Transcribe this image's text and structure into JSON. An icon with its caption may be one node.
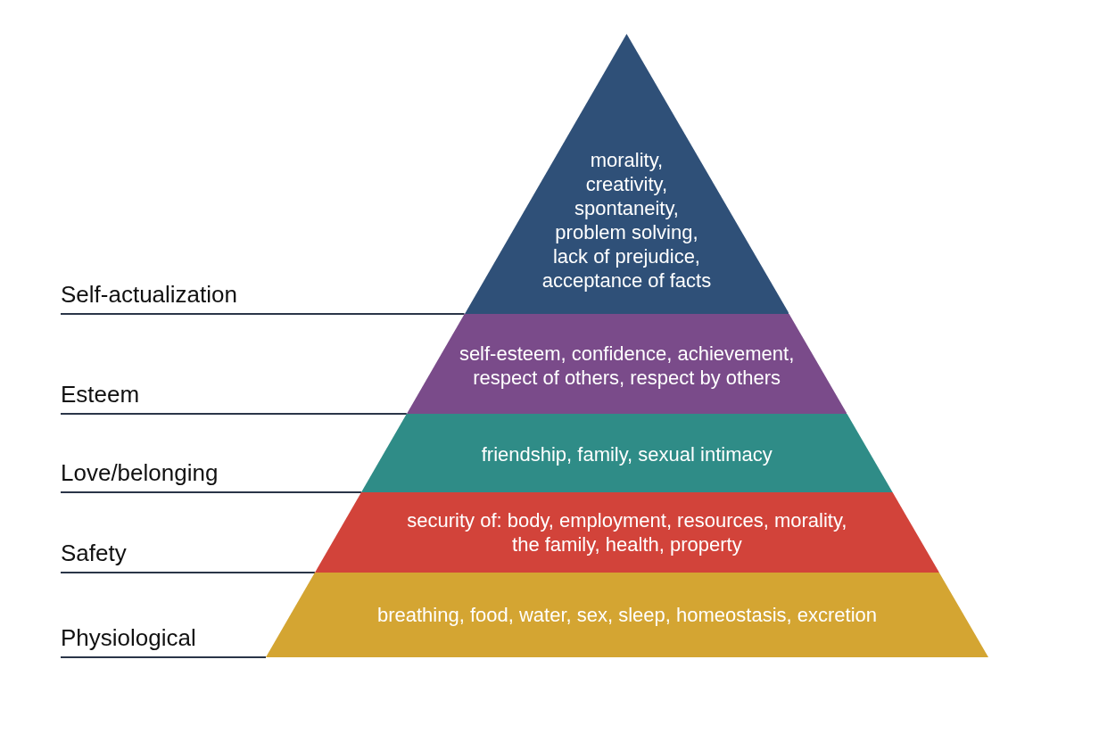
{
  "diagram": {
    "nodes": [
      {
        "text": [
          "morality, creativity, spontaneity, problem solving, lack of prejudice, acceptance of facts"
        ]
      },
      {
        "text": [
          "self-esteem, confidence, achievement, respect of others, respect by others"
        ]
      },
      {
        "text": [
          "friendship, family, sexual intimacy"
        ]
      },
      {
        "text": [
          "security of: body, employment, resources, morality, the family, health, property"
        ]
      },
      {
        "text": [
          "breathing, food, water, sex, sleep, homeostasis, excretion"
        ]
      },
      {
        "text": [
          "Self-actualization"
        ]
      },
      {
        "text": [
          "Esteem"
        ]
      },
      {
        "text": [
          "Love/belonging"
        ]
      },
      {
        "text": [
          "Safety"
        ]
      },
      {
        "text": [
          "Physiological"
        ]
      }
    ],
    "edges": [
      {
        "from": 5,
        "to": 0,
        "arrow": "none"
      },
      {
        "from": 6,
        "to": 1,
        "arrow": "none"
      },
      {
        "from": 7,
        "to": 2,
        "arrow": "none"
      },
      {
        "from": 8,
        "to": 3,
        "arrow": "none"
      },
      {
        "from": 9,
        "to": 4,
        "arrow": "none"
      }
    ]
  }
}
